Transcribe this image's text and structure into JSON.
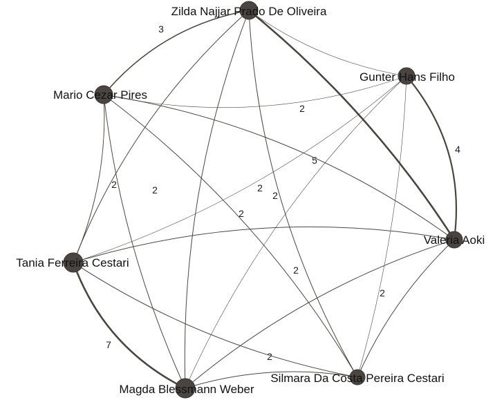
{
  "graph": {
    "nodes": [
      {
        "id": "zilda",
        "label": "Zilda Najjar Prado De Oliveira"
      },
      {
        "id": "gunter",
        "label": "Gunter Hans Filho"
      },
      {
        "id": "mario",
        "label": "Mario Cezar Pires"
      },
      {
        "id": "valeria",
        "label": "Valeria Aoki"
      },
      {
        "id": "tania",
        "label": "Tania Ferreira Cestari"
      },
      {
        "id": "magda",
        "label": "Magda Blessmann Weber"
      },
      {
        "id": "silmara",
        "label": "Silmara Da Costa Pereira Cestari"
      }
    ],
    "edges": [
      {
        "source": "zilda",
        "target": "valeria",
        "weight": "5"
      },
      {
        "source": "gunter",
        "target": "valeria",
        "weight": "4"
      },
      {
        "source": "tania",
        "target": "magda",
        "weight": "7"
      },
      {
        "source": "mario",
        "target": "zilda",
        "weight": "3"
      },
      {
        "source": "mario",
        "target": "valeria",
        "weight": "2"
      },
      {
        "source": "mario",
        "target": "tania",
        "weight": "2"
      },
      {
        "source": "mario",
        "target": "silmara",
        "weight": "2"
      },
      {
        "source": "zilda",
        "target": "magda",
        "weight": "2"
      },
      {
        "source": "zilda",
        "target": "silmara",
        "weight": "2"
      },
      {
        "source": "tania",
        "target": "valeria",
        "weight": "2"
      },
      {
        "source": "valeria",
        "target": "magda",
        "weight": "2"
      },
      {
        "source": "valeria",
        "target": "silmara",
        "weight": "2"
      },
      {
        "source": "magda",
        "target": "silmara",
        "weight": "2"
      },
      {
        "source": "mario",
        "target": "gunter",
        "weight": ""
      },
      {
        "source": "zilda",
        "target": "gunter",
        "weight": ""
      },
      {
        "source": "zilda",
        "target": "tania",
        "weight": ""
      },
      {
        "source": "gunter",
        "target": "tania",
        "weight": ""
      },
      {
        "source": "gunter",
        "target": "magda",
        "weight": ""
      },
      {
        "source": "gunter",
        "target": "silmara",
        "weight": ""
      },
      {
        "source": "mario",
        "target": "magda",
        "weight": ""
      },
      {
        "source": "tania",
        "target": "silmara",
        "weight": ""
      }
    ]
  }
}
